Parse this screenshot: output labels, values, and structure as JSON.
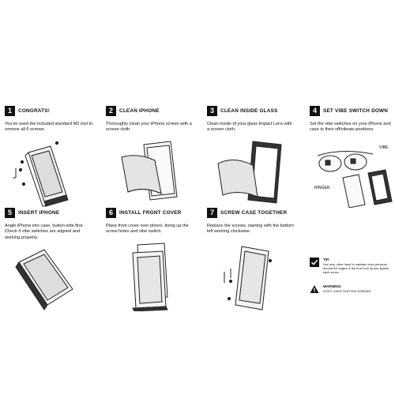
{
  "steps": [
    {
      "number": "1",
      "title": "CONGRATS!",
      "text": "You've used the included standard M2 tool to remove all 6 screws."
    },
    {
      "number": "2",
      "title": "CLEAN IPHONE",
      "text": "Thoroughly clean your iPhone screen with a screen cloth."
    },
    {
      "number": "3",
      "title": "CLEAN INSIDE GLASS",
      "text": "Clean inside of your glass Impact Lens with a screen cloth."
    },
    {
      "number": "4",
      "title": "SET VIBE SWITCH DOWN",
      "text": "Set the vibe switches on your iPhone and case to their off/vibrate positions.",
      "labels": {
        "vibe": "VIBE",
        "ringer": "RINGER"
      }
    },
    {
      "number": "5",
      "title": "INSERT IPHONE",
      "text": "Angle iPhone into case, button side first. Check if vibe switches are aligned and working properly."
    },
    {
      "number": "6",
      "title": "INSTALL FRONT COVER",
      "text": "Place front cover over phone, lining up the screw holes and vibe switch."
    },
    {
      "number": "7",
      "title": "SCREW CASE TOGETHER",
      "text": "Replace the screws, starting with the bottom left working clockwise."
    }
  ],
  "tip": {
    "label": "TIP:",
    "text": "Use your other hand to maintain even pressure around the edges of the front lock as you tighten each screw."
  },
  "warning": {
    "label": "WARNING:",
    "text": "DON'T OVER TIGHTEN SCREWS."
  }
}
